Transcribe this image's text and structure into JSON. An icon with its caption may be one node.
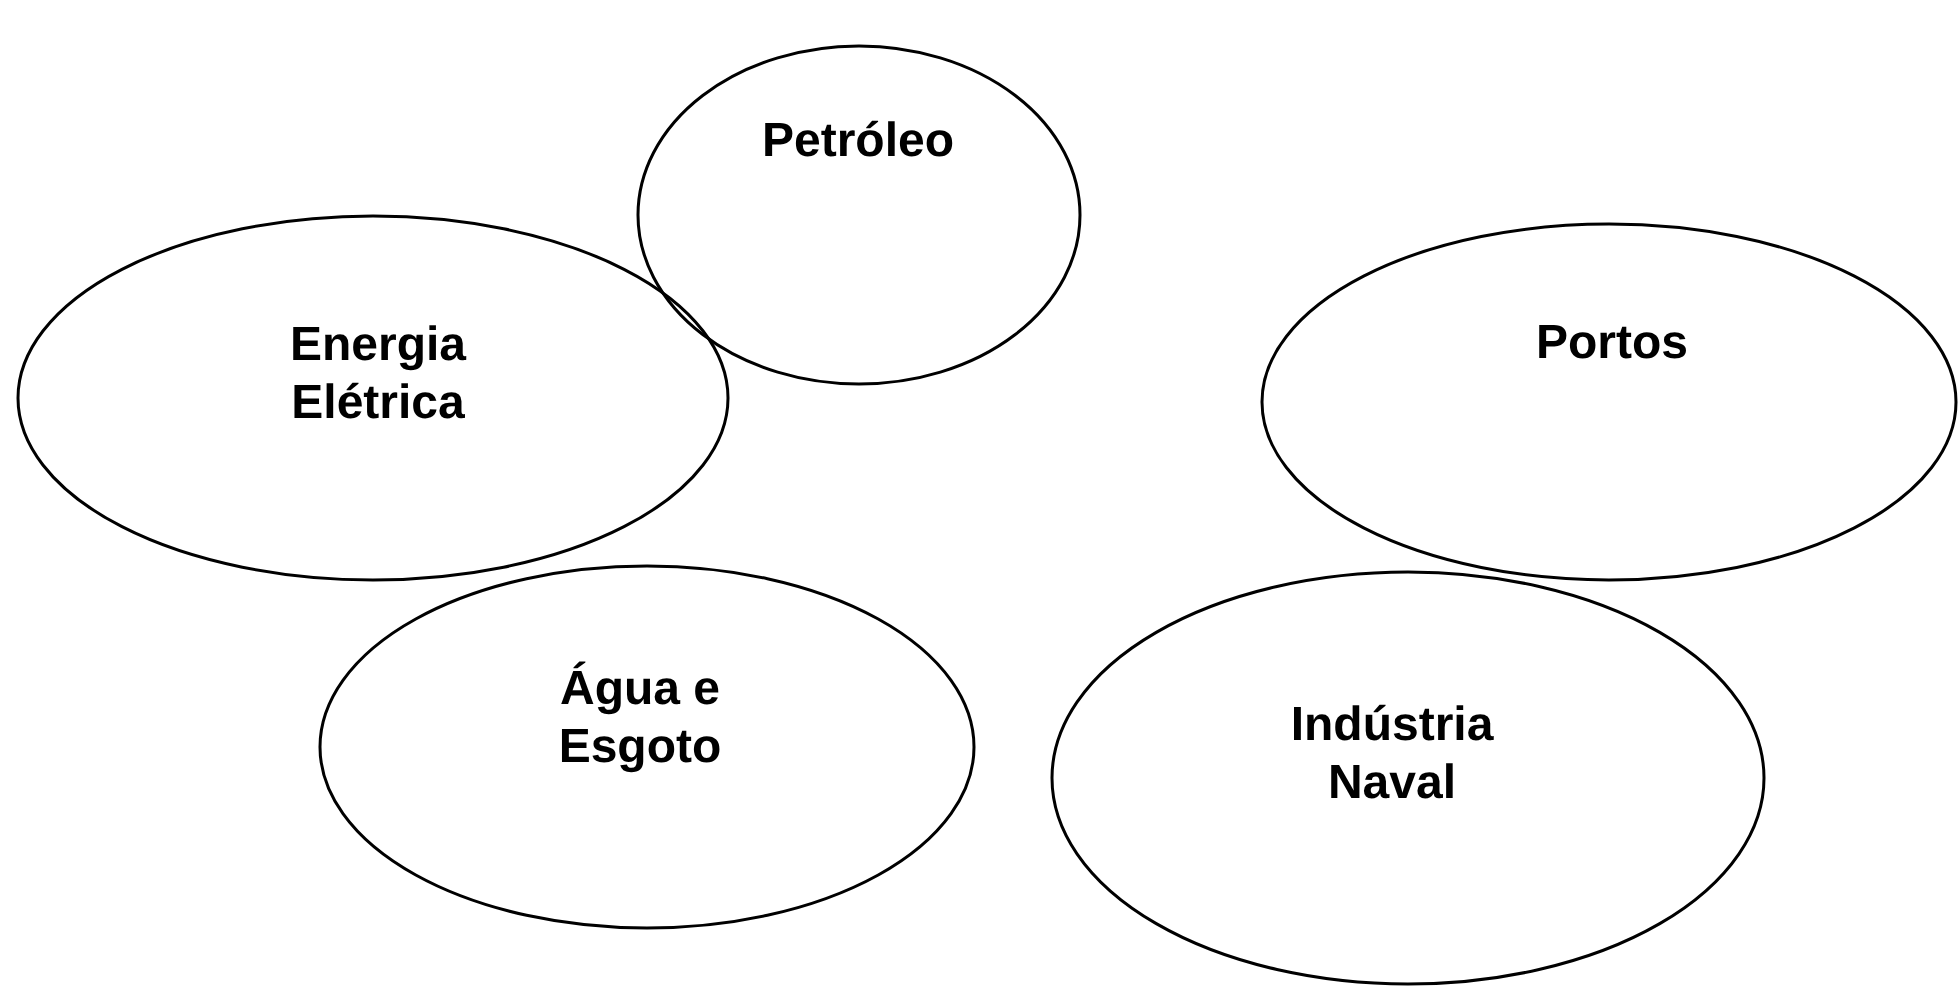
{
  "diagram": {
    "nodes": [
      {
        "text": [
          "Petróleo"
        ]
      },
      {
        "text": [
          "Energia Elétrica"
        ]
      },
      {
        "text": [
          "Portos"
        ]
      },
      {
        "text": [
          "Água e Esgoto"
        ]
      },
      {
        "text": [
          "Indústria Naval"
        ]
      }
    ]
  }
}
